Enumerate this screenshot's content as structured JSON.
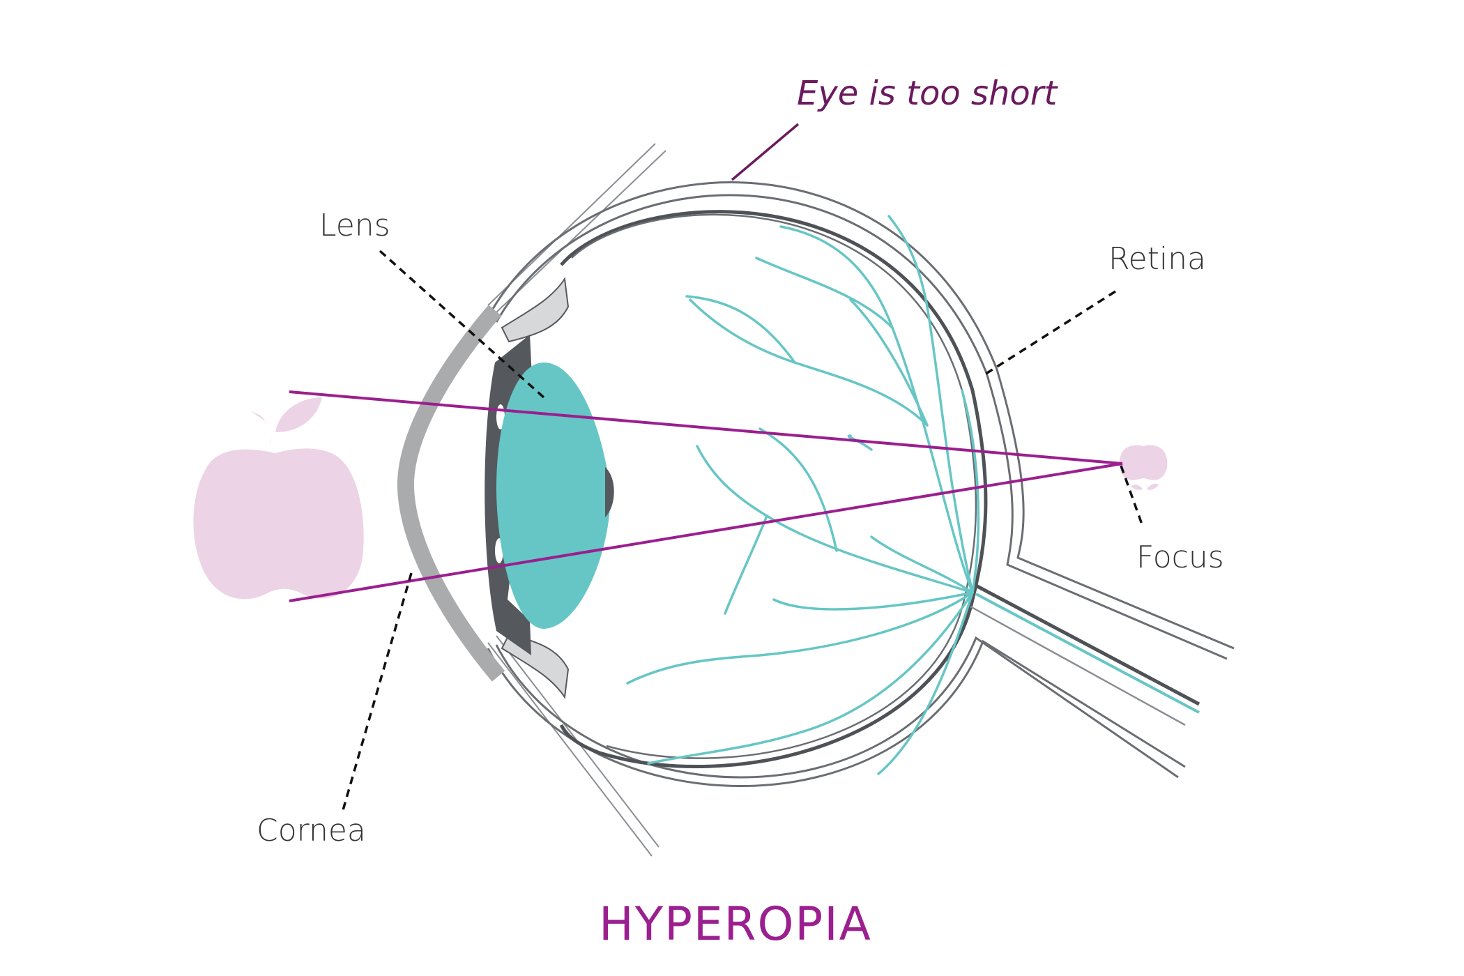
{
  "title": "HYPEROPIA",
  "annotation": "Eye is too short",
  "labels": {
    "lens": "Lens",
    "retina": "Retina",
    "focus": "Focus",
    "cornea": "Cornea"
  },
  "colors": {
    "accent": "#9b1f8e",
    "annotation": "#6b1a5e",
    "apple": "#ecd3e6",
    "lens": "#66c6c5",
    "vessels": "#66c6c5",
    "outline": "#555a5f",
    "cornea": "#a9abad",
    "iris": "#55585d",
    "dashed_leader": "#111111"
  },
  "icons": {
    "object": "apple-icon",
    "image": "small-apple-icon"
  }
}
